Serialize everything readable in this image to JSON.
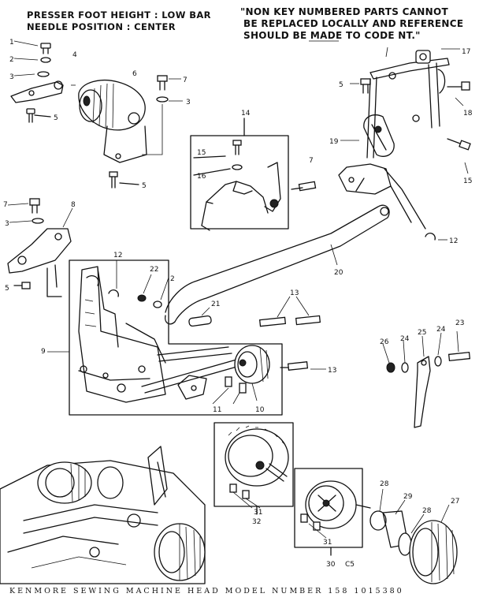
{
  "header": {
    "line1": "PRESSER FOOT HEIGHT : LOW BAR",
    "line2": "NEEDLE POSITION : CENTER"
  },
  "note": {
    "line1": "\"NON KEY NUMBERED PARTS CANNOT",
    "line2": "BE REPLACED LOCALLY AND REFERENCE",
    "line3": "SHOULD BE MADE TO CODE NT.\""
  },
  "callouts": [
    "1",
    "2",
    "3",
    "4",
    "6",
    "7",
    "3",
    "5",
    "5",
    "14",
    "15",
    "16",
    "7",
    "5",
    "17",
    "18",
    "19",
    "15",
    "7",
    "3",
    "8",
    "5",
    "12",
    "22",
    "2",
    "21",
    "13",
    "20",
    "12",
    "9",
    "13",
    "11",
    "10",
    "26",
    "24",
    "25",
    "24",
    "23",
    "31",
    "32",
    "31",
    "28",
    "29",
    "28",
    "27",
    "30",
    "C5"
  ],
  "footer": "KENMORE SEWING MACHINE HEAD MODEL NUMBER 158 1015380"
}
